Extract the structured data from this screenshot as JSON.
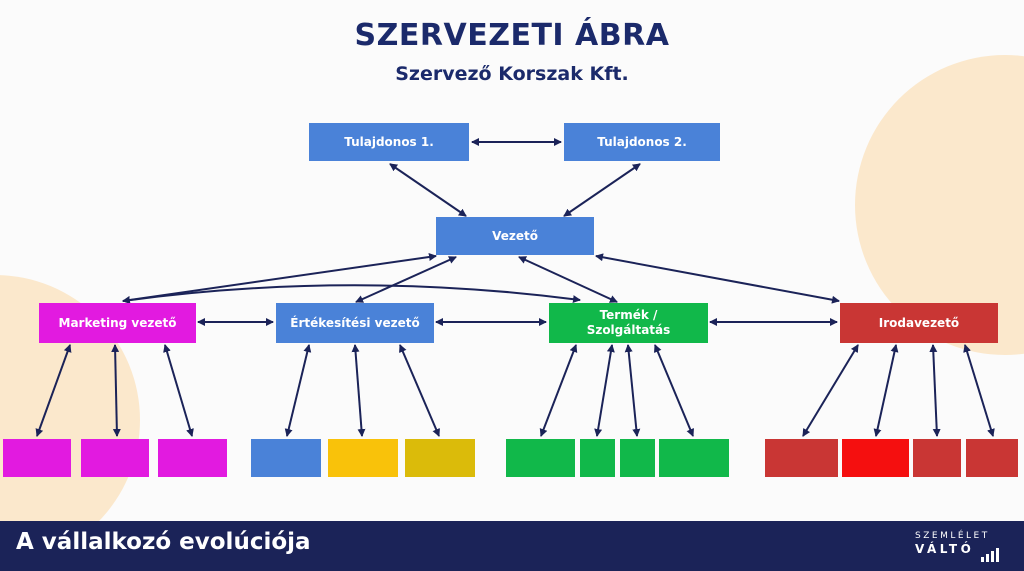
{
  "title": "SZERVEZETI ÁBRA",
  "subtitle": "Szervező Korszak Kft.",
  "nodes": {
    "owner1": "Tulajdonos 1.",
    "owner2": "Tulajdonos 2.",
    "manager": "Vezető",
    "marketing": "Marketing vezető",
    "sales": "Értékesítési vezető",
    "product_line1": "Termék /",
    "product_line2": "Szolgáltatás",
    "office": "Irodavezető"
  },
  "colors": {
    "blue": "#4a82d8",
    "magenta": "#e21ae0",
    "green": "#11b84a",
    "red": "#c93634",
    "yellow": "#f9c20a",
    "dark_yellow": "#dbbb0a",
    "bright_red": "#f50f0f",
    "connector": "#1b2358",
    "footer": "#1b2358"
  },
  "footer": {
    "title": "A vállalkozó evolúciója",
    "logo_line1": "SZEMLÉLET",
    "logo_line2": "VÁLTÓ"
  }
}
